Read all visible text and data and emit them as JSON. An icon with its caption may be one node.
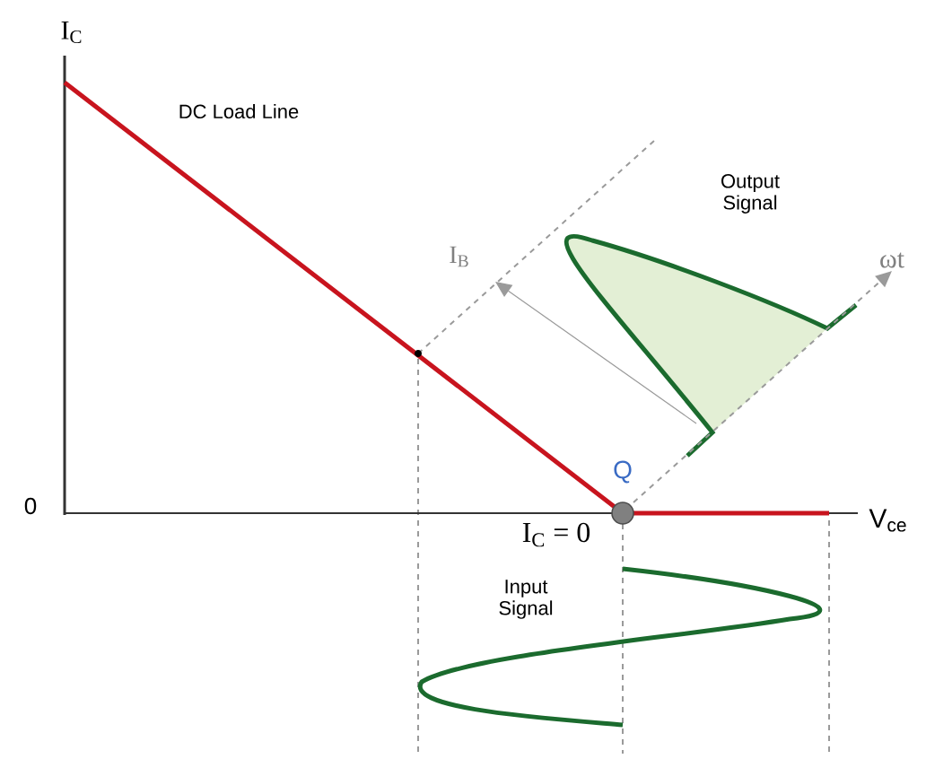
{
  "diagram": {
    "labels": [
      "I$_{C}$",
      "DC Load Line",
      "I$_{B}$",
      "Output Signal",
      "ωt",
      "0",
      "Q",
      "V$_{ce}$",
      "I$_{C}$ = 0",
      "Input Signal"
    ]
  }
}
